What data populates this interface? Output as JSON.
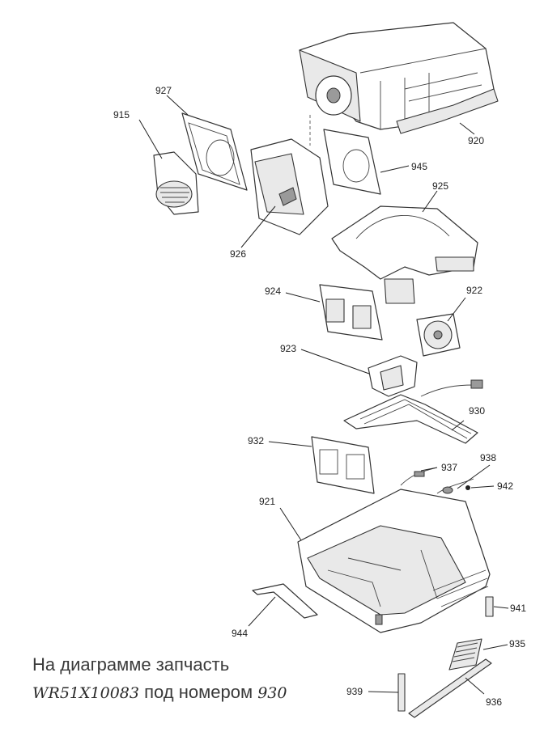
{
  "callouts": {
    "915": "915",
    "927": "927",
    "920": "920",
    "945": "945",
    "926": "926",
    "925": "925",
    "924": "924",
    "922": "922",
    "923": "923",
    "930": "930",
    "932": "932",
    "937": "937",
    "938": "938",
    "942": "942",
    "921": "921",
    "941": "941",
    "944": "944",
    "935": "935",
    "939": "939",
    "936": "936"
  },
  "caption": {
    "line1": "На диаграмме запчасть",
    "part_number": "WR51X10083",
    "middle": "под номером",
    "callout_number": "930"
  }
}
